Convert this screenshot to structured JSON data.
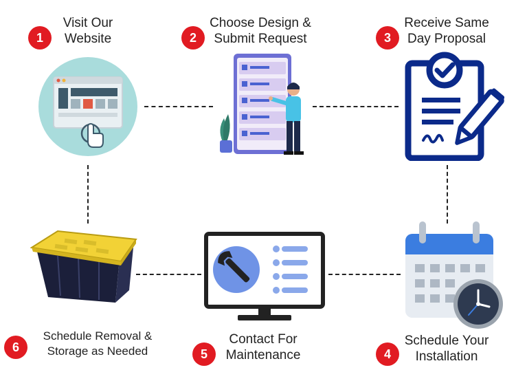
{
  "steps": [
    {
      "number": "1",
      "line1": "Visit Our",
      "line2": "Website",
      "icon": "website-click-icon"
    },
    {
      "number": "2",
      "line1": "Choose Design &",
      "line2": "Submit Request",
      "icon": "form-selection-icon"
    },
    {
      "number": "3",
      "line1": "Receive Same",
      "line2": "Day Proposal",
      "icon": "signed-clipboard-icon"
    },
    {
      "number": "4",
      "line1": "Schedule Your",
      "line2": "Installation",
      "icon": "calendar-clock-icon"
    },
    {
      "number": "5",
      "line1": "Contact For",
      "line2": "Maintenance",
      "icon": "monitor-wrench-icon"
    },
    {
      "number": "6",
      "line1": "Schedule Removal &",
      "line2": "Storage as Needed",
      "icon": "storage-tote-icon"
    }
  ],
  "colors": {
    "badge": "#e11b22",
    "navy": "#0b2a8a",
    "teal": "#a9dcdc",
    "calendar_blue": "#3b7de0",
    "tote_yellow": "#f2d236"
  }
}
